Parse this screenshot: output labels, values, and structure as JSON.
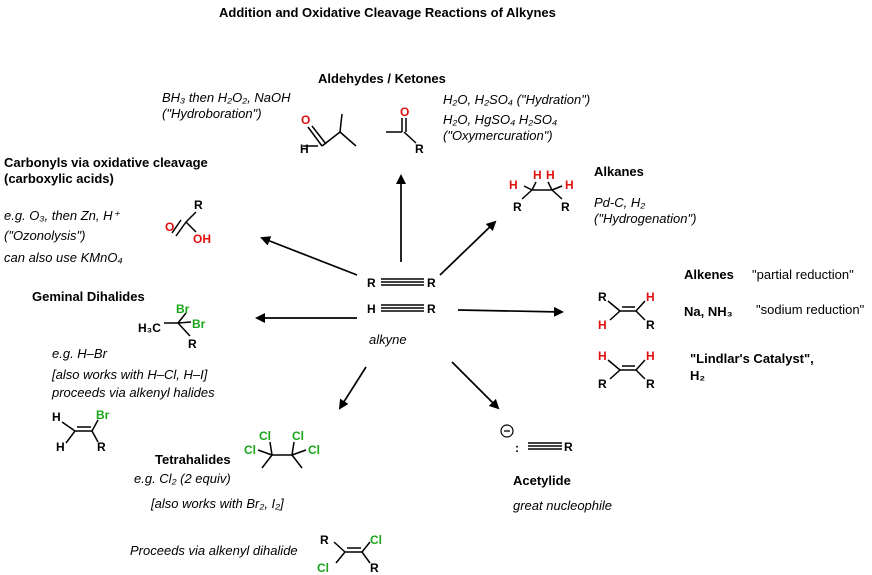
{
  "title": "Addition and Oxidative Cleavage Reactions of Alkynes",
  "center": {
    "r_alkyne_left": "R",
    "r_alkyne_right": "R",
    "h_alkyne_left": "H",
    "h_alkyne_right": "R",
    "caption": "alkyne"
  },
  "aldehydes": {
    "heading": "Aldehydes / Ketones",
    "hydroboration_1": "BH₃ then H₂O₂, NaOH",
    "hydroboration_2": "(\"Hydroboration\")",
    "hydration_1": "H₂O, H₂SO₄ (\"Hydration\")",
    "hydration_2": "H₂O, HgSO₄ H₂SO₄",
    "hydration_3": "(\"Oxymercuration\")",
    "ald_o": "O",
    "ald_h": "H",
    "ket_o": "O",
    "ket_r": "R"
  },
  "carbonyls": {
    "heading_1": "Carbonyls via oxidative cleavage",
    "heading_2": "(carboxylic acids)",
    "cond_1": "e.g. O₃, then Zn, H⁺",
    "cond_2": "(\"Ozonolysis\")",
    "cond_3": "can also use KMnO₄",
    "acid_r": "R",
    "acid_o": "O",
    "acid_oh": "OH"
  },
  "geminal": {
    "heading": "Geminal Dihalides",
    "eg": "e.g.  H–Br",
    "note_1": "[also works with H–Cl, H–I]",
    "note_2": "proceeds via alkenyl halides",
    "ch3": "H₃C",
    "br1": "Br",
    "br2": "Br",
    "r": "R",
    "v_h1": "H",
    "v_h2": "H",
    "v_br": "Br",
    "v_r": "R"
  },
  "tetra": {
    "heading": "Tetrahalides",
    "eg": "e.g.  Cl₂ (2 equiv)",
    "note": "[also works with Br₂, I₂]",
    "via": "Proceeds via alkenyl dihalide",
    "cl": "Cl",
    "r": "R"
  },
  "alkanes": {
    "heading": "Alkanes",
    "cond_1": "Pd-C, H₂",
    "cond_2": "(\"Hydrogenation\")",
    "h": "H",
    "r": "R"
  },
  "alkenes": {
    "heading": "Alkenes",
    "partial": "\"partial reduction\"",
    "na": "Na, NH₃",
    "sodium": "\"sodium reduction\"",
    "lindlar_1": "\"Lindlar's Catalyst\",",
    "lindlar_2": "H₂",
    "h": "H",
    "r": "R"
  },
  "acetylide": {
    "heading": "Acetylide",
    "note": "great nucleophile",
    "colon": ":",
    "charge": "⊖",
    "r": "R"
  },
  "colors": {
    "halogen": "#1aa51a",
    "hydrogen_oxygen": "#e01010",
    "ink": "#000000"
  }
}
